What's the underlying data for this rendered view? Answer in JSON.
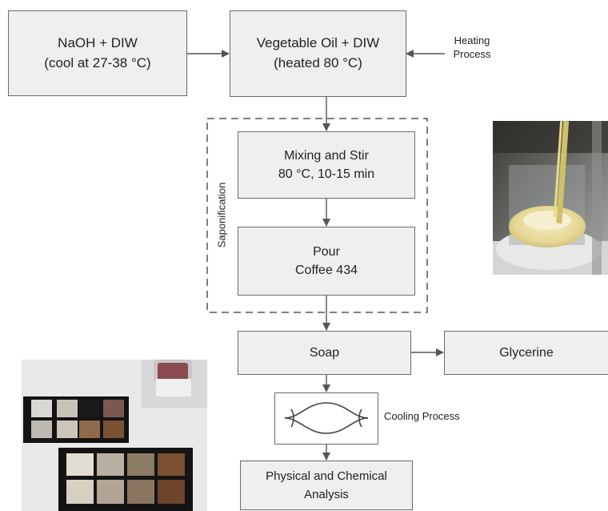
{
  "diagram": {
    "nodes": {
      "naoh": {
        "line1": "NaOH + DIW",
        "line2": "(cool at 27-38 °C)"
      },
      "oil": {
        "line1": "Vegetable Oil + DIW",
        "line2": "(heated 80 °C)"
      },
      "mixing": {
        "line1": "Mixing and Stir",
        "line2": "80 °C, 10-15 min"
      },
      "pour": {
        "line1": "Pour",
        "line2": "Coffee 434"
      },
      "soap": {
        "label": "Soap"
      },
      "glycerine": {
        "label": "Glycerine"
      },
      "cooling": {
        "symbol": "heat-exchanger-icon"
      },
      "analysis": {
        "line1": "Physical and Chemical",
        "line2": "Analysis"
      }
    },
    "annotations": {
      "heating": {
        "line1": "Heating",
        "line2": "Process"
      },
      "cooling": "Cooling Process",
      "saponification": "Saponification"
    },
    "edges": [
      [
        "naoh",
        "oil"
      ],
      [
        "heating",
        "oil"
      ],
      [
        "oil",
        "mixing"
      ],
      [
        "mixing",
        "pour"
      ],
      [
        "pour",
        "soap"
      ],
      [
        "soap",
        "glycerine"
      ],
      [
        "soap",
        "cooling"
      ],
      [
        "cooling",
        "analysis"
      ]
    ],
    "photos": [
      "saponification-beaker-photo",
      "soap-bars-tray-photo"
    ],
    "colors": {
      "box_fill": "#efefef",
      "box_border": "#6b6b6b",
      "line": "#555555"
    }
  }
}
